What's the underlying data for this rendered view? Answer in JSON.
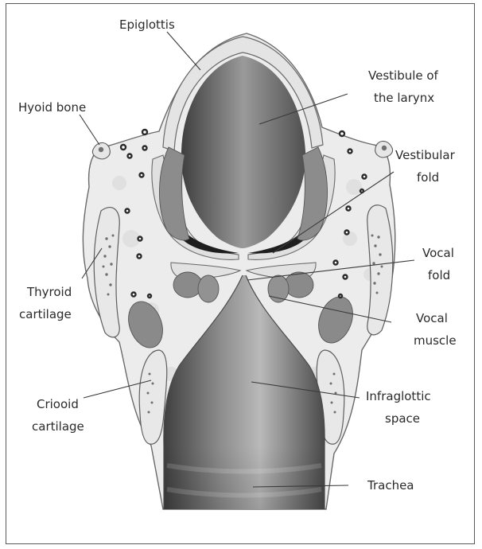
{
  "labels": {
    "epiglottis": "Epiglottis",
    "hyoid_bone": "Hyoid bone",
    "vestibule_line1": "Vestibule of",
    "vestibule_line2": "the larynx",
    "vestibular_fold_line1": "Vestibular",
    "vestibular_fold_line2": "fold",
    "vocal_fold_line1": "Vocal",
    "vocal_fold_line2": "fold",
    "thyroid_line1": "Thyroid",
    "thyroid_line2": "cartilage",
    "vocal_muscle_line1": "Vocal",
    "vocal_muscle_line2": "muscle",
    "cricoid_line1": "Criooid",
    "cricoid_line2": "cartilage",
    "infraglottic_line1": "Infraglottic",
    "infraglottic_line2": "space",
    "trachea": "Trachea"
  },
  "colors": {
    "tissue_fill": "#ededed",
    "tissue_outline": "#6e6e6e",
    "cartilage_fill": "#e6e6e6",
    "muscle_fill": "#8a8a8a",
    "lumen_dark": "#5e5e5e",
    "lumen_light": "#cfcfcf",
    "vessel": "#2a2a2a"
  }
}
